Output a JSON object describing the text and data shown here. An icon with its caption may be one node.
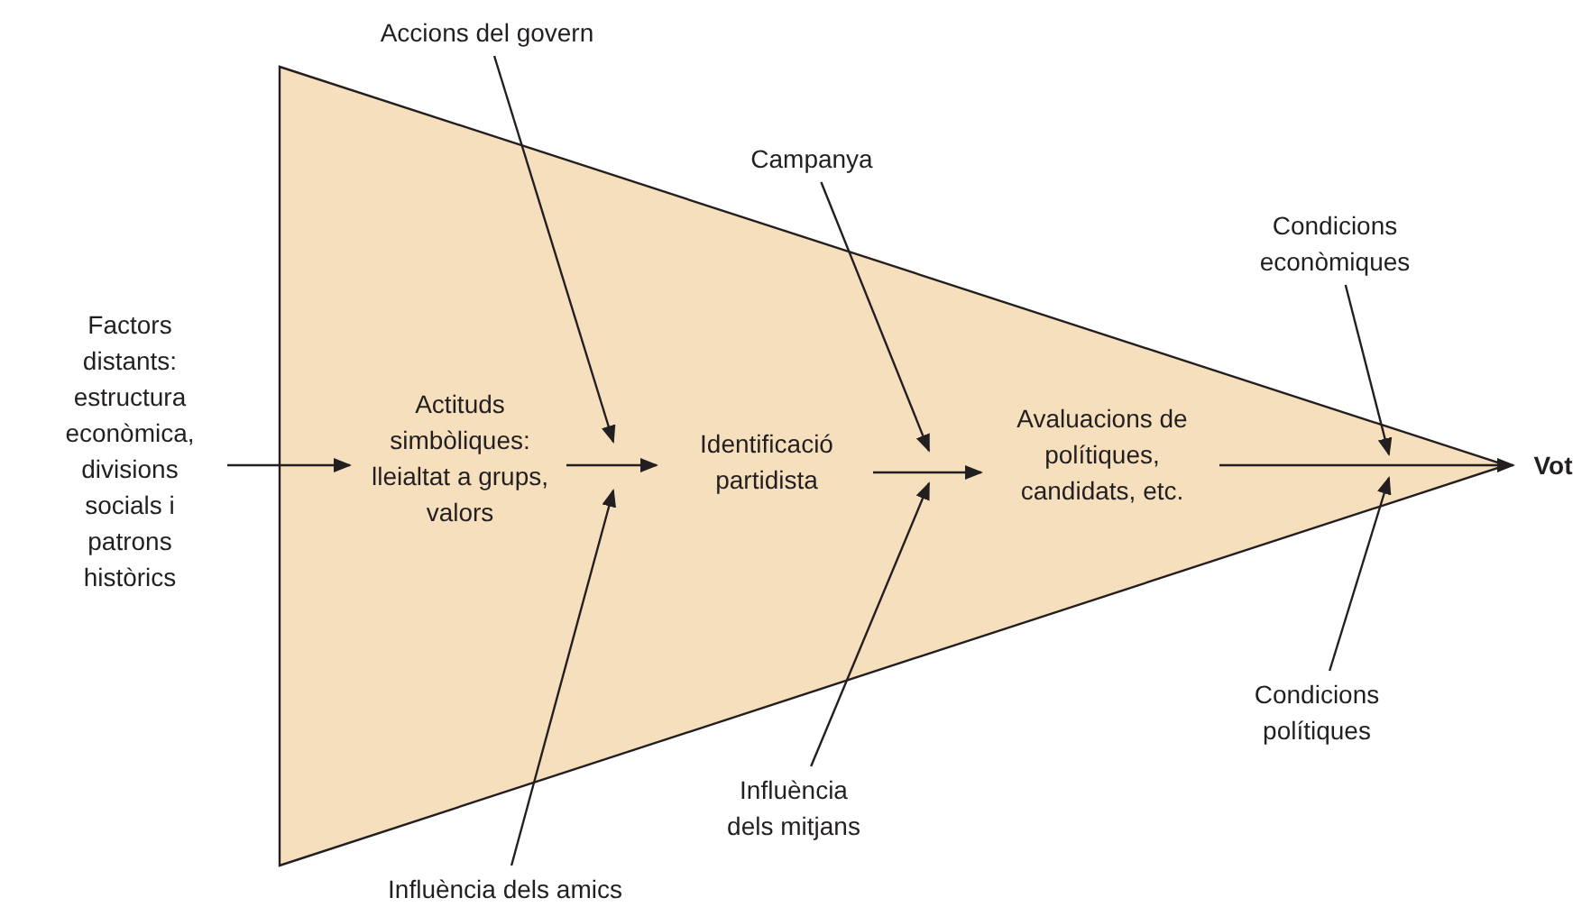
{
  "diagram": {
    "nodes": [
      {
        "text": [
          "Factors distants: estructura econòmica, divisions socials i patrons històrics"
        ]
      },
      {
        "text": [
          "Accions del govern"
        ]
      },
      {
        "text": [
          "Actituds simbòliques: lleialtat a grups, valors"
        ]
      },
      {
        "text": [
          "Identificació partidista"
        ]
      },
      {
        "text": [
          "Campanya"
        ]
      },
      {
        "text": [
          "Avaluacions de polítiques, candidats, etc."
        ]
      },
      {
        "text": [
          "Condicions econòmiques"
        ]
      },
      {
        "text": [
          "Vot"
        ]
      },
      {
        "text": [
          "Condicions polítiques"
        ]
      },
      {
        "text": [
          "Influència dels mitjans"
        ]
      },
      {
        "text": [
          "Influència dels amics"
        ]
      }
    ],
    "edges": [
      {
        "from": 0,
        "to": 2,
        "arrow": "to"
      },
      {
        "from": 2,
        "to": 3,
        "arrow": "to"
      },
      {
        "from": 3,
        "to": 5,
        "arrow": "to"
      },
      {
        "from": 5,
        "to": 7,
        "arrow": "to"
      },
      {
        "from": 1,
        "to": null,
        "arrow": "to"
      },
      {
        "from": 10,
        "to": null,
        "arrow": "to"
      },
      {
        "from": 4,
        "to": null,
        "arrow": "to"
      },
      {
        "from": 9,
        "to": null,
        "arrow": "to"
      },
      {
        "from": 6,
        "to": null,
        "arrow": "to"
      },
      {
        "from": 8,
        "to": null,
        "arrow": "to"
      }
    ]
  }
}
